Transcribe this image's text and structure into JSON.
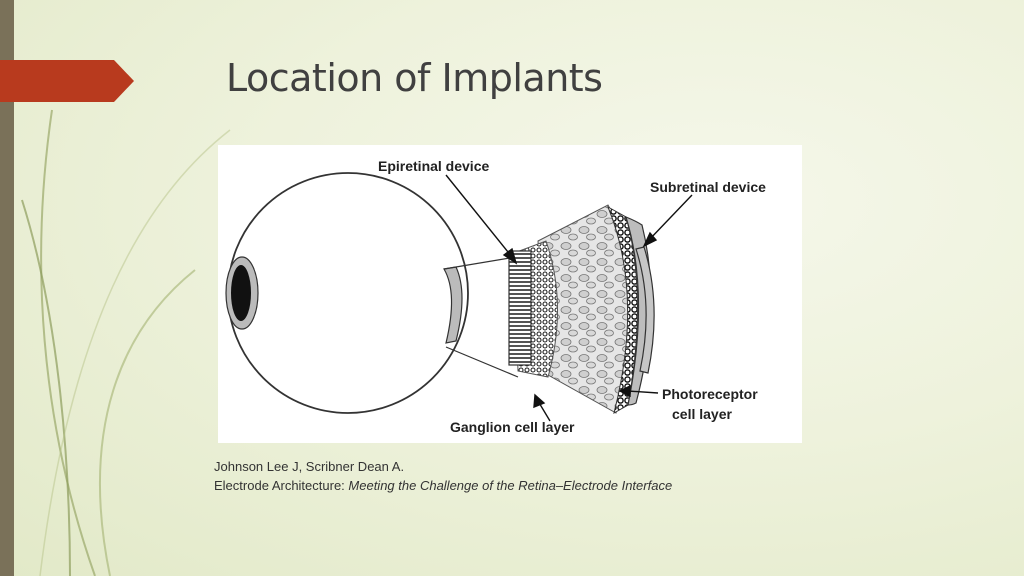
{
  "slide": {
    "title": "Location of Implants"
  },
  "figure": {
    "labels": {
      "epiretinal": "Epiretinal device",
      "subretinal": "Subretinal device",
      "photoreceptor_line1": "Photoreceptor",
      "photoreceptor_line2": "cell layer",
      "ganglion": "Ganglion cell layer"
    }
  },
  "citation": {
    "authors": "Johnson Lee J, Scribner Dean A.",
    "prefix": "Electrode Architecture: ",
    "work_title": "Meeting the Challenge of the Retina–Electrode Interface"
  },
  "theme": {
    "accent": "#b83a1e",
    "sidebar": "#7a7159"
  }
}
